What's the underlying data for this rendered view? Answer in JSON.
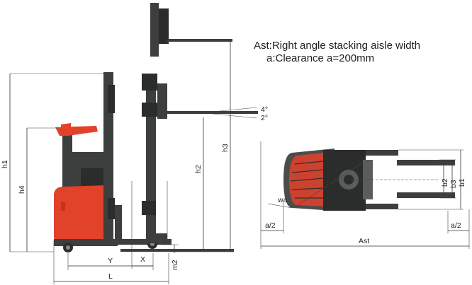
{
  "notes": {
    "line1": "Ast:Right angle stacking aisle width",
    "line2": "a:Clearance   a=200mm"
  },
  "labels": {
    "h1": "h1",
    "h2": "h2",
    "h3": "h3",
    "h4": "h4",
    "tilt_up": "4°",
    "tilt_down": "2°",
    "Y": "Y",
    "X": "X",
    "L": "L",
    "m2": "m2",
    "b1": "b1",
    "b2": "b2",
    "b3": "b3",
    "wa": "wa",
    "a2_left": "a/2",
    "a2_right": "a/2",
    "Ast": "Ast"
  },
  "colors": {
    "body": "#e2412a",
    "mast": "#3c3f3e",
    "line": "#333333"
  }
}
